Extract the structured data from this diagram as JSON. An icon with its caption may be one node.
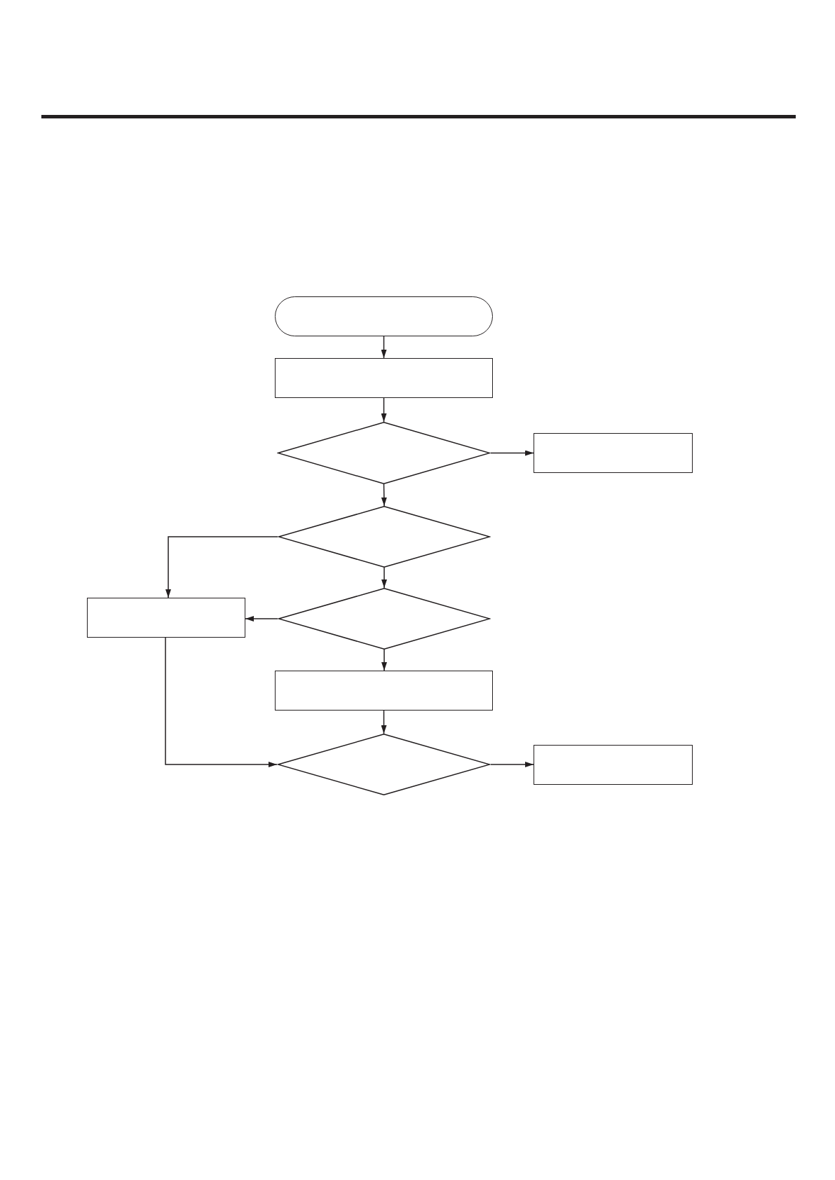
{
  "diagram": {
    "nodes": [
      {
        "text": [],
        "shape": "pill"
      },
      {
        "text": [],
        "shape": "box"
      },
      {
        "text": [],
        "shape": "diamond"
      },
      {
        "text": [],
        "shape": "box"
      },
      {
        "text": [],
        "shape": "diamond"
      },
      {
        "text": [],
        "shape": "box"
      },
      {
        "text": [],
        "shape": "diamond"
      },
      {
        "text": [],
        "shape": "box"
      },
      {
        "text": [],
        "shape": "diamond"
      },
      {
        "text": [],
        "shape": "box"
      }
    ],
    "edges": [
      {
        "from": 0,
        "to": 1,
        "arrow": "to"
      },
      {
        "from": 1,
        "to": 2,
        "arrow": "to"
      },
      {
        "from": 2,
        "to": 3,
        "arrow": "to"
      },
      {
        "from": 2,
        "to": 4,
        "arrow": "to"
      },
      {
        "from": 4,
        "to": 5,
        "arrow": "to"
      },
      {
        "from": 4,
        "to": 6,
        "arrow": "to"
      },
      {
        "from": 6,
        "to": 5,
        "arrow": "to"
      },
      {
        "from": 6,
        "to": 7,
        "arrow": "to"
      },
      {
        "from": 7,
        "to": 8,
        "arrow": "to"
      },
      {
        "from": 5,
        "to": 8,
        "arrow": "to"
      },
      {
        "from": 8,
        "to": 9,
        "arrow": "to"
      }
    ]
  }
}
